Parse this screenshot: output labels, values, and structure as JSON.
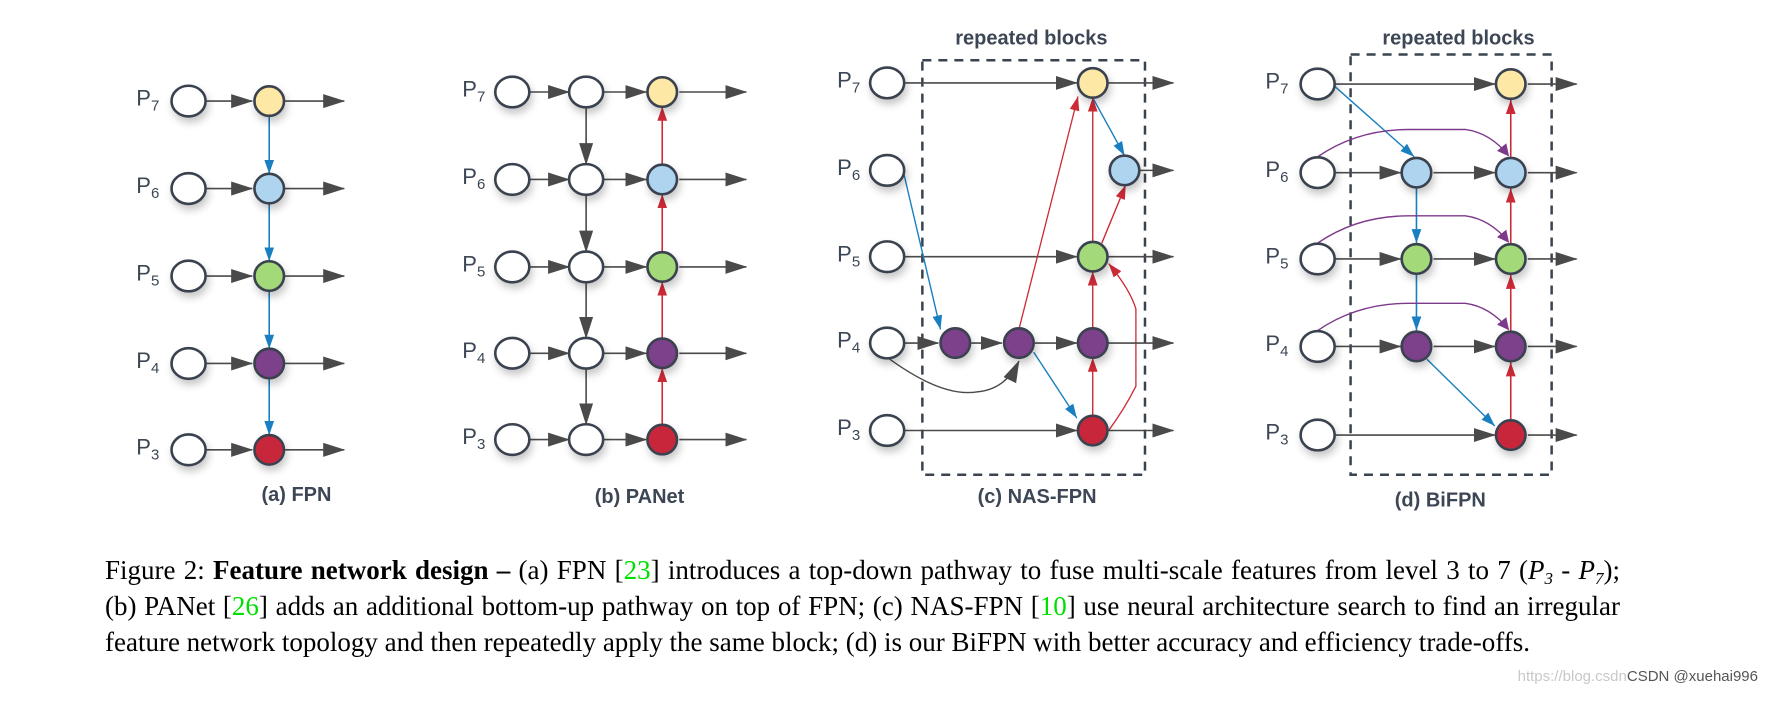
{
  "colors": {
    "node_stroke": "#3a4350",
    "edge_gray": "#4a4a4a",
    "edge_blue": "#1a7fc0",
    "edge_red": "#cc2a36",
    "edge_purple": "#7d3a8a",
    "level_P7": "#fde8a6",
    "level_P6": "#aed4f0",
    "level_P5": "#a3d978",
    "level_P4": "#7d3f8a",
    "level_P3": "#c8283a",
    "input_fill": "#ffffff",
    "citation": "#00e000"
  },
  "levels": [
    "P7",
    "P6",
    "P5",
    "P4",
    "P3"
  ],
  "panels": [
    {
      "id": "a",
      "caption": "(a) FPN"
    },
    {
      "id": "b",
      "caption": "(b) PANet"
    },
    {
      "id": "c",
      "caption": "(c) NAS-FPN",
      "box_label": "repeated blocks"
    },
    {
      "id": "d",
      "caption": "(d) BiFPN",
      "box_label": "repeated blocks"
    }
  ],
  "caption": {
    "prefix": "Figure 2: ",
    "bold": "Feature network design –",
    "t1": " (a) FPN [",
    "c1": "23",
    "t2": "] introduces a top-down pathway to fuse multi-scale features from level 3 to 7 (",
    "m1": "P",
    "m1sub": "3",
    "t3": " - ",
    "m2": "P",
    "m2sub": "7",
    "t4": "); (b) PANet [",
    "c2": "26",
    "t5": "] adds an additional bottom-up pathway on top of FPN; (c) NAS-FPN [",
    "c3": "10",
    "t6": "] use neural architecture search to find an irregular feature network topology and then repeatedly apply the same block; (d) is our BiFPN with better accuracy and efficiency trade-offs."
  },
  "watermark": {
    "faint": "https://blog.csdn",
    "main": "CSDN @xuehai996"
  }
}
